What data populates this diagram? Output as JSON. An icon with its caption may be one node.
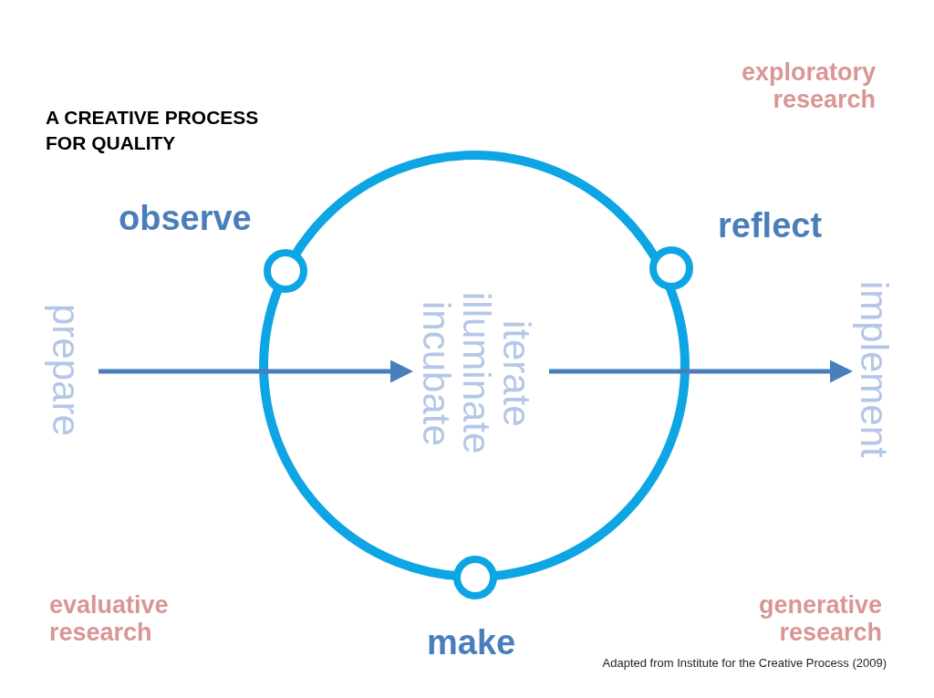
{
  "diagram": {
    "title": "A CREATIVE PROCESS FOR QUALITY",
    "caption": "Adapted from Institute for the Creative Process (2009)",
    "nodes": [
      {
        "text": [],
        "shape": "circle"
      },
      {
        "text": [],
        "shape": "circle",
        "beside": [
          "observe"
        ]
      },
      {
        "text": [],
        "shape": "circle",
        "beside": [
          "reflect"
        ]
      },
      {
        "text": [],
        "shape": "circle",
        "beside": [
          "make"
        ]
      },
      {
        "text": [
          "prepare"
        ]
      },
      {
        "text": [
          "iterate",
          "illuminate",
          "incubate"
        ],
        "in": 0
      },
      {
        "text": [
          "implement"
        ]
      }
    ],
    "edges": [
      {
        "from": 4,
        "to": 5,
        "arrow": "to"
      },
      {
        "from": 5,
        "to": 6,
        "arrow": "to"
      }
    ],
    "labels": [
      "exploratory research",
      "evaluative research",
      "generative research"
    ]
  }
}
